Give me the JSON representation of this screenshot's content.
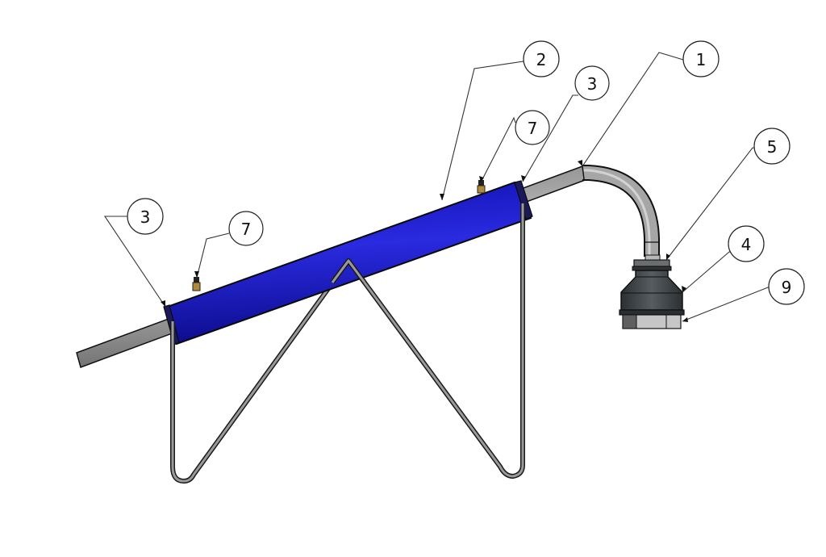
{
  "diagram": {
    "type": "assembly-drawing",
    "colors": {
      "cover": "#1f1fd6",
      "cover_dark": "#0e0e9a",
      "pipe": "#9a9a9a",
      "pipe_light": "#c8c8c8",
      "frame": "#8c8c8c",
      "fitting_dark": "#3c4144",
      "fitting_light": "#c0c0c0",
      "valve": "#b08a3a"
    },
    "balloons": [
      {
        "id": "balloon-1",
        "label": "1",
        "target": "pipe-elbow"
      },
      {
        "id": "balloon-2",
        "label": "2",
        "target": "blue-cover"
      },
      {
        "id": "balloon-3-right",
        "label": "3",
        "target": "right-end-collar"
      },
      {
        "id": "balloon-7-right",
        "label": "7",
        "target": "right-valve"
      },
      {
        "id": "balloon-3-left",
        "label": "3",
        "target": "left-end-collar"
      },
      {
        "id": "balloon-7-left",
        "label": "7",
        "target": "left-valve"
      },
      {
        "id": "balloon-5",
        "label": "5",
        "target": "fitting-ring"
      },
      {
        "id": "balloon-4",
        "label": "4",
        "target": "reducer-body"
      },
      {
        "id": "balloon-9",
        "label": "9",
        "target": "hex-nut"
      }
    ]
  }
}
